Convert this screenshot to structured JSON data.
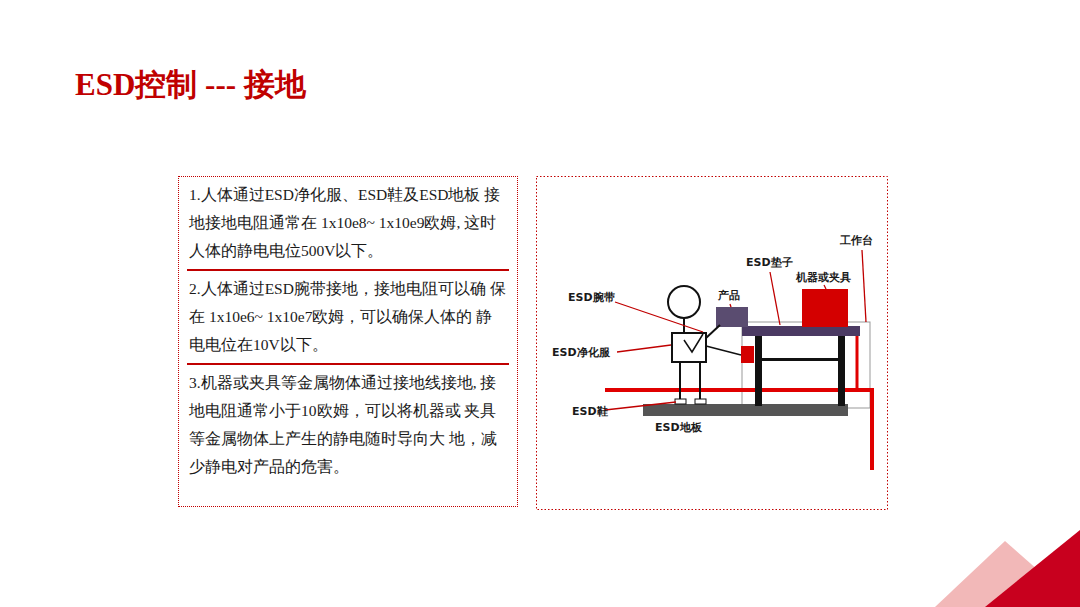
{
  "diagram": {
    "title": "ESD控制 --- 接地",
    "nodes": [
      {
        "text": [
          "1.人体通过ESD净化服、ESD鞋及ESD地板 接地接地电阻通常在 1x10e8~ 1x10e9欧姆, 这时人体的静电电位500V以下。",
          "2.人体通过ESD腕带接地，接地电阻可以确 保在 1x10e6~ 1x10e7欧姆，可以确保人体的 静电电位在10V以下。",
          "3.机器或夹具等金属物体通过接地线接地, 接地电阻通常小于10欧姆，可以将机器或 夹具等金属物体上产生的静电随时导向大 地，减少静电对产品的危害。"
        ]
      }
    ],
    "labels": [
      "工作台",
      "ESD垫子",
      "机器或夹具",
      "ESD腕带",
      "产品",
      "ESD净化服",
      "ESD鞋",
      "ESD地板"
    ]
  }
}
